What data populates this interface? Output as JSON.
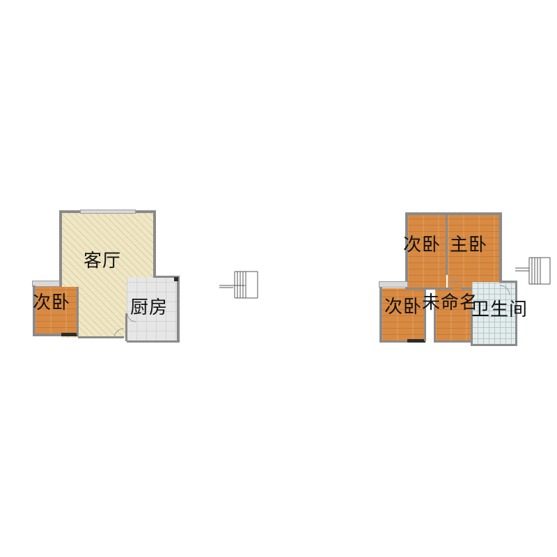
{
  "plans": {
    "left": {
      "living_room": "客厅",
      "bedroom": "次卧",
      "kitchen": "厨房"
    },
    "right": {
      "second_bedroom_top": "次卧",
      "master_bedroom": "主卧",
      "second_bedroom_bottom": "次卧",
      "unnamed_room": "未命名",
      "bathroom": "卫生间"
    }
  },
  "colors": {
    "wood_floor": "#d88a42",
    "living_floor": "#efe6c4",
    "tile_floor": "#e3ecec",
    "wall": "#8a8a8a"
  }
}
